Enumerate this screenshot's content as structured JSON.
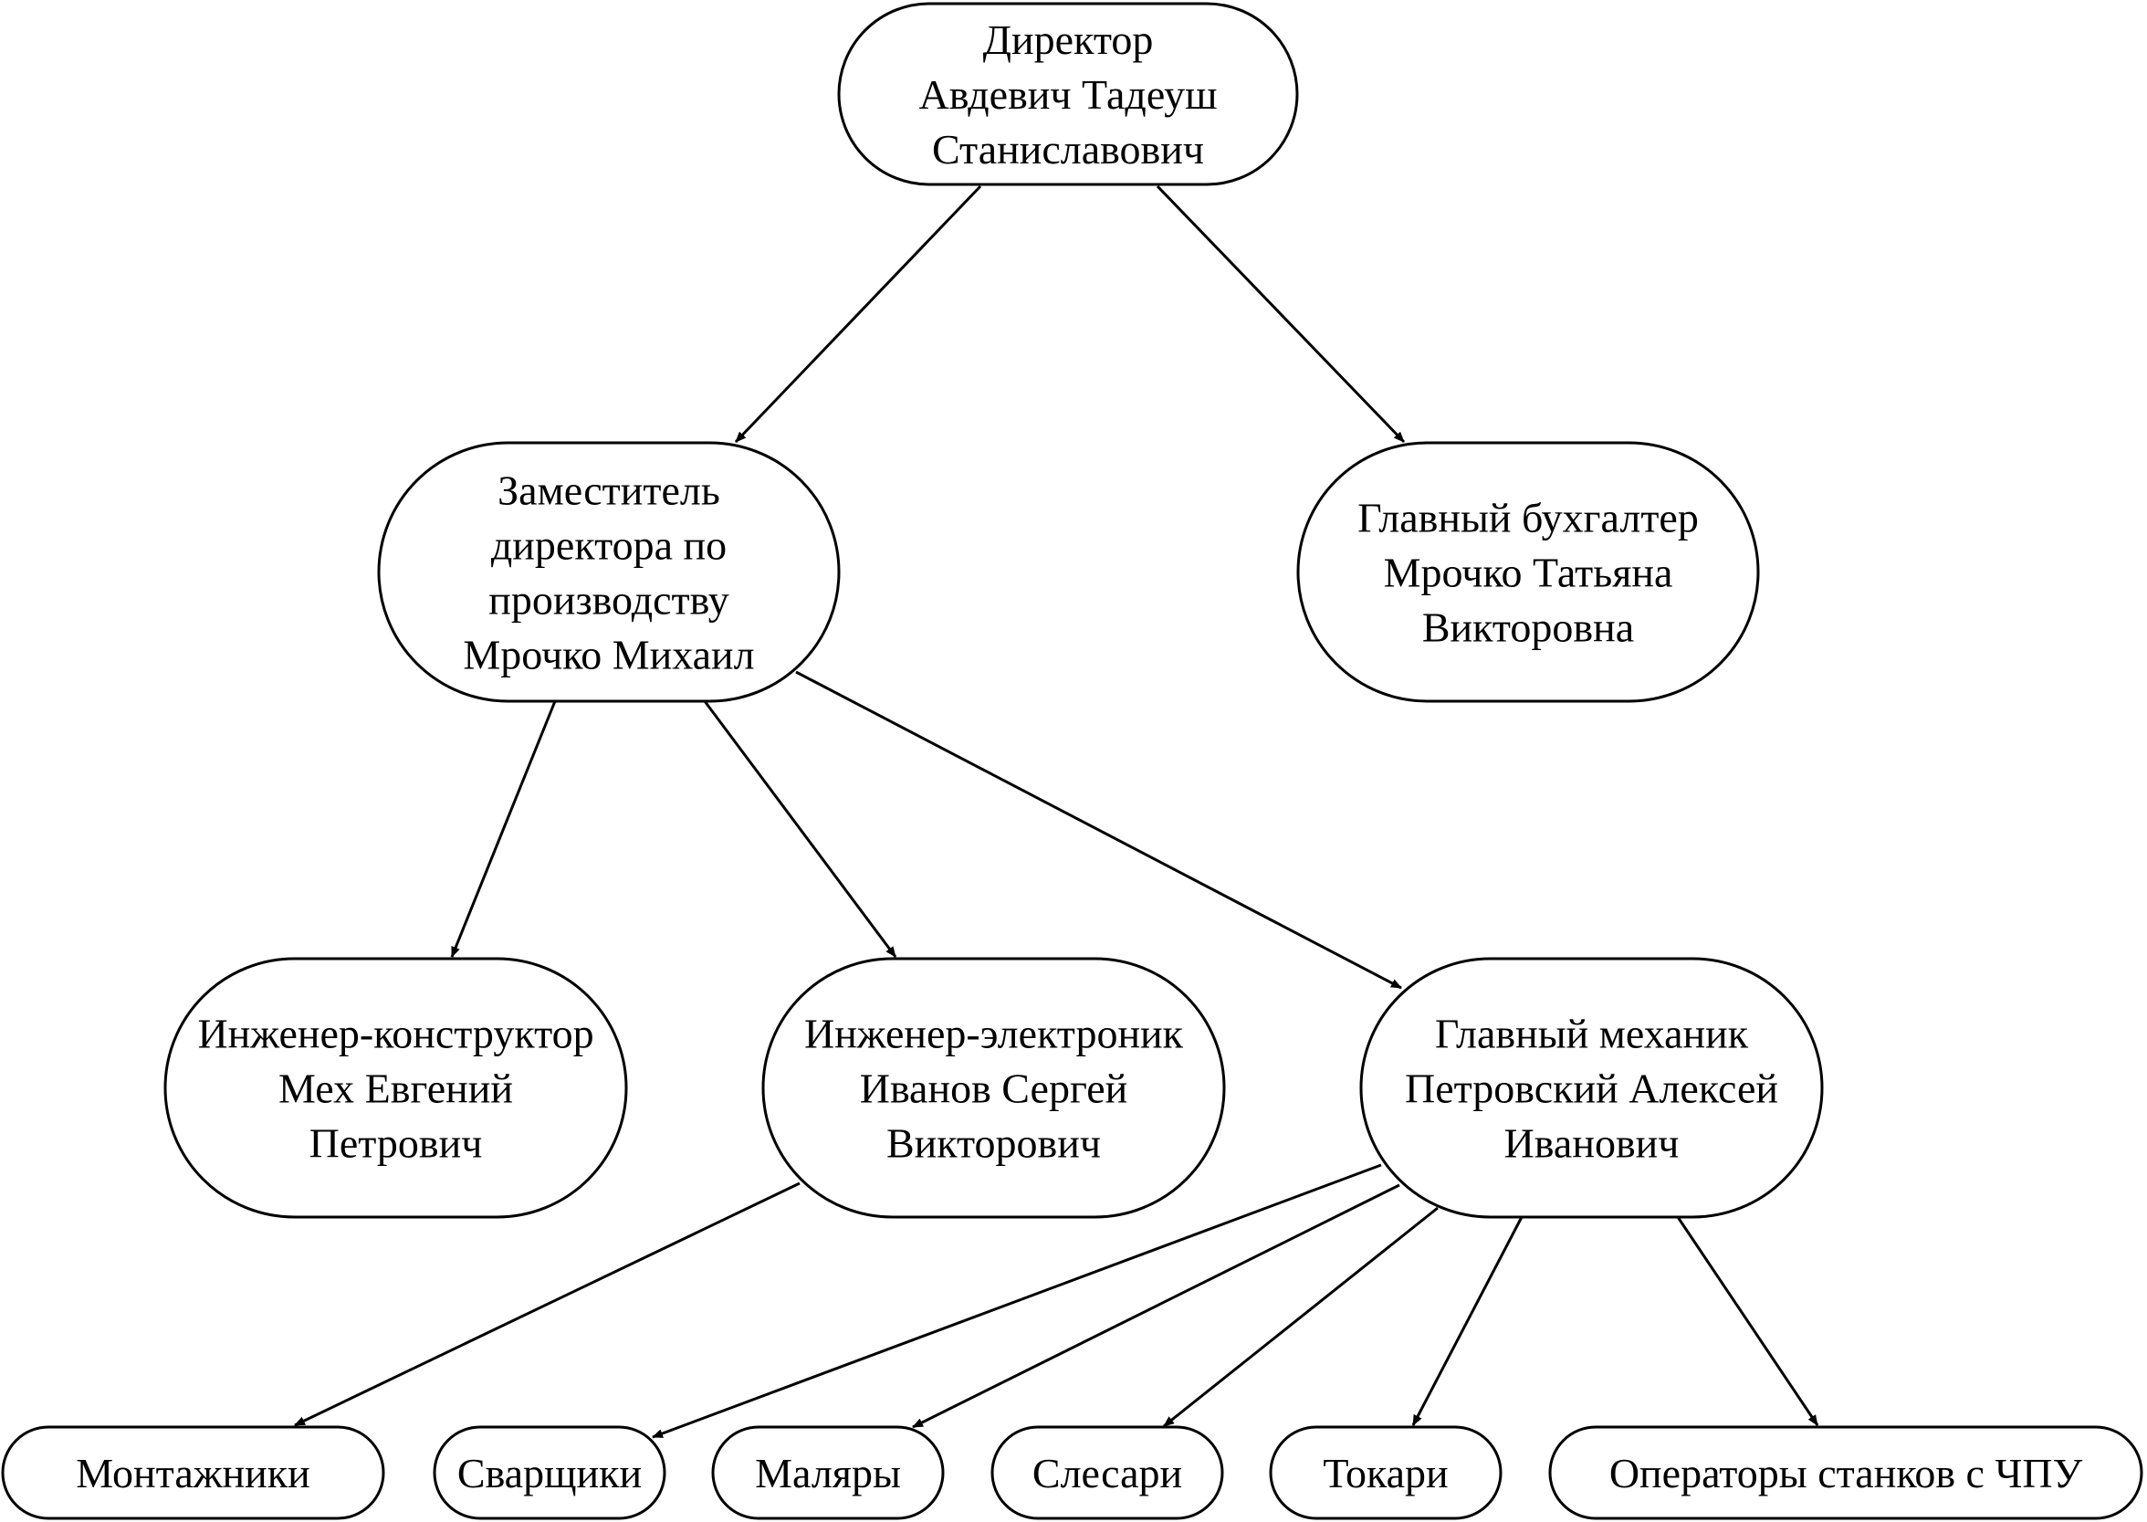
{
  "diagram": {
    "type": "org-chart",
    "nodes": [
      {
        "id": "director",
        "lines": [
          "Директор",
          "Авдевич Тадеуш",
          "Станиславович"
        ]
      },
      {
        "id": "deputy",
        "lines": [
          "Заместитель",
          "директора по",
          "производству",
          "Мрочко Михаил"
        ]
      },
      {
        "id": "accountant",
        "lines": [
          "Главный бухгалтер",
          "Мрочко Татьяна",
          "Викторовна"
        ]
      },
      {
        "id": "design-engineer",
        "lines": [
          "Инженер-конструктор",
          "Мех Евгений",
          "Петрович"
        ]
      },
      {
        "id": "electronics-engineer",
        "lines": [
          "Инженер-электроник",
          "Иванов Сергей",
          "Викторович"
        ]
      },
      {
        "id": "chief-mechanic",
        "lines": [
          "Главный механик",
          "Петровский Алексей",
          "Иванович"
        ]
      },
      {
        "id": "installers",
        "lines": [
          "Монтажники"
        ]
      },
      {
        "id": "welders",
        "lines": [
          "Сварщики"
        ]
      },
      {
        "id": "painters",
        "lines": [
          "Маляры"
        ]
      },
      {
        "id": "fitters",
        "lines": [
          "Слесари"
        ]
      },
      {
        "id": "turners",
        "lines": [
          "Токари"
        ]
      },
      {
        "id": "cnc-operators",
        "lines": [
          "Операторы станков с ЧПУ"
        ]
      }
    ],
    "edges": [
      {
        "from": "director",
        "to": "deputy"
      },
      {
        "from": "director",
        "to": "accountant"
      },
      {
        "from": "deputy",
        "to": "design-engineer"
      },
      {
        "from": "deputy",
        "to": "electronics-engineer"
      },
      {
        "from": "deputy",
        "to": "chief-mechanic"
      },
      {
        "from": "electronics-engineer",
        "to": "installers"
      },
      {
        "from": "chief-mechanic",
        "to": "welders"
      },
      {
        "from": "chief-mechanic",
        "to": "painters"
      },
      {
        "from": "chief-mechanic",
        "to": "fitters"
      },
      {
        "from": "chief-mechanic",
        "to": "turners"
      },
      {
        "from": "chief-mechanic",
        "to": "cnc-operators"
      }
    ]
  }
}
